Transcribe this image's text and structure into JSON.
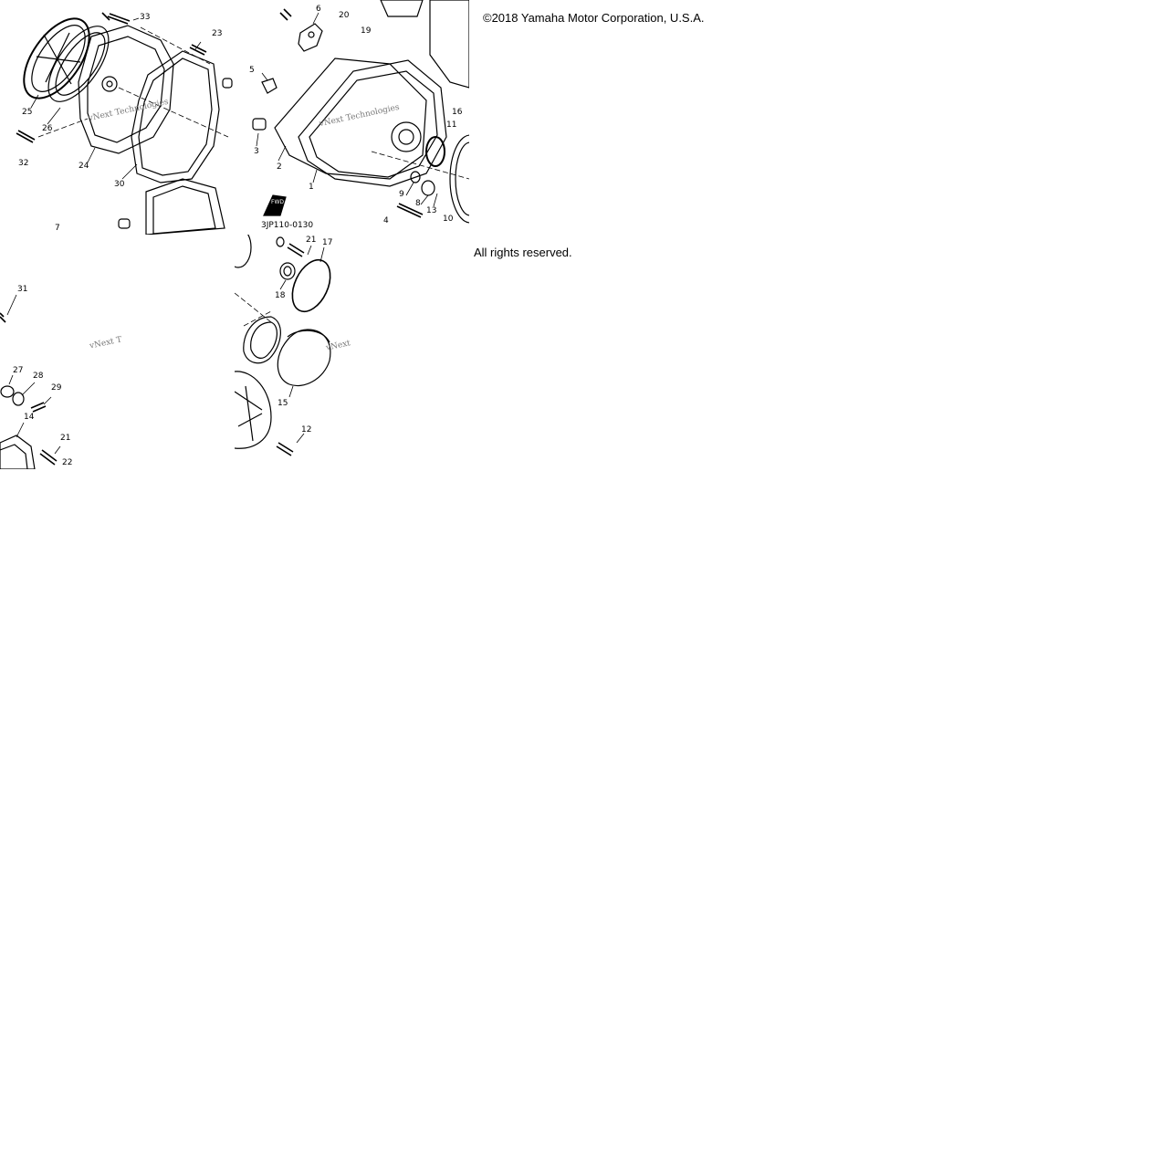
{
  "copyright": "©2018 Yamaha Motor Corporation, U.S.A.",
  "rights": "All rights reserved.",
  "drawing_code": "3JP110-0130",
  "watermark": "vNext Technologies",
  "watermark_short": "vNext T",
  "fwd_mark": "FWD",
  "callouts": {
    "t1": [
      "33",
      "23",
      "25",
      "26",
      "32",
      "24",
      "30",
      "7"
    ],
    "t2": [
      "6",
      "20",
      "19",
      "5",
      "3",
      "2",
      "1",
      "16",
      "11",
      "9",
      "8",
      "13",
      "4",
      "10"
    ],
    "t3": [
      "31",
      "27",
      "28",
      "29",
      "14",
      "21",
      "22"
    ],
    "t4": [
      "21",
      "17",
      "18",
      "15",
      "12"
    ]
  }
}
